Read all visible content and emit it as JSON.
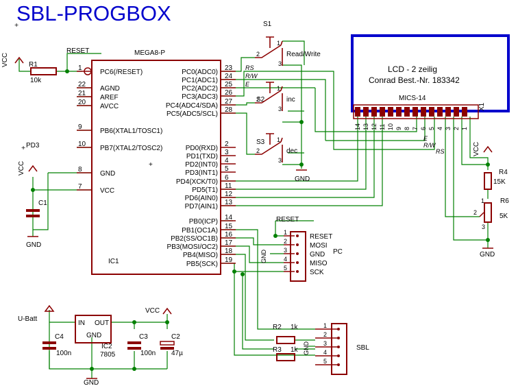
{
  "title": "SBL-PROGBOX",
  "ic1": {
    "ref": "IC1",
    "value": "MEGA8-P",
    "left_pins": [
      {
        "num": "1",
        "name": "PC6(/RESET)"
      },
      {
        "num": "22",
        "name": "AGND"
      },
      {
        "num": "21",
        "name": "AREF"
      },
      {
        "num": "20",
        "name": "AVCC"
      },
      {
        "num": "9",
        "name": "PB6(XTAL1/TOSC1)"
      },
      {
        "num": "10",
        "name": "PB7(XTAL2/TOSC2)"
      },
      {
        "num": "8",
        "name": "GND"
      },
      {
        "num": "7",
        "name": "VCC"
      }
    ],
    "right_pins": [
      {
        "num": "23",
        "name": "PC0(ADC0)"
      },
      {
        "num": "24",
        "name": "PC1(ADC1)"
      },
      {
        "num": "25",
        "name": "PC2(ADC2)"
      },
      {
        "num": "26",
        "name": "PC3(ADC3)"
      },
      {
        "num": "27",
        "name": "PC4(ADC4/SDA)"
      },
      {
        "num": "28",
        "name": "PC5(ADC5/SCL)"
      },
      {
        "num": "2",
        "name": "PD0(RXD)"
      },
      {
        "num": "3",
        "name": "PD1(TXD)"
      },
      {
        "num": "4",
        "name": "PD2(INT0)"
      },
      {
        "num": "5",
        "name": "PD3(INT1)"
      },
      {
        "num": "6",
        "name": "PD4(XCK/T0)"
      },
      {
        "num": "11",
        "name": "PD5(T1)"
      },
      {
        "num": "12",
        "name": "PD6(AIN0)"
      },
      {
        "num": "13",
        "name": "PD7(AIN1)"
      },
      {
        "num": "14",
        "name": "PB0(ICP)"
      },
      {
        "num": "15",
        "name": "PB1(OC1A)"
      },
      {
        "num": "16",
        "name": "PB2(SS/OC1B)"
      },
      {
        "num": "17",
        "name": "PB3(MOSI/OC2)"
      },
      {
        "num": "18",
        "name": "PB4(MISO)"
      },
      {
        "num": "19",
        "name": "PB5(SCK)"
      }
    ]
  },
  "nets": {
    "vcc": "VCC",
    "gnd": "GND",
    "reset": "RESET",
    "rs": "RS",
    "rw": "R/W",
    "e": "E",
    "pd3": "PD3",
    "ubatt": "U-Batt"
  },
  "r1": {
    "ref": "R1",
    "value": "10k"
  },
  "r2": {
    "ref": "R2",
    "value": "1k"
  },
  "r3": {
    "ref": "R3",
    "value": "1k"
  },
  "r4": {
    "ref": "R4",
    "value": "15K"
  },
  "r6": {
    "ref": "R6",
    "value": "5K",
    "pins": [
      "1",
      "2",
      "3"
    ]
  },
  "c1": {
    "ref": "C1"
  },
  "c2": {
    "ref": "C2",
    "value": "47µ"
  },
  "c3": {
    "ref": "C3",
    "value": "100n"
  },
  "c4": {
    "ref": "C4",
    "value": "100n"
  },
  "ic2": {
    "ref": "IC2",
    "value": "7805",
    "in": "IN",
    "out": "OUT",
    "gnd": "GND"
  },
  "s1": {
    "ref": "S1",
    "label": "Read/Write",
    "pins": [
      "1",
      "2",
      "3"
    ]
  },
  "s2": {
    "ref": "S2",
    "label": "inc",
    "pins": [
      "1",
      "2",
      "3"
    ]
  },
  "s3": {
    "ref": "S3",
    "label": "dec",
    "pins": [
      "1",
      "2",
      "3"
    ]
  },
  "lcd": {
    "line1": "LCD - 2 zeilig",
    "line2": "Conrad Best.-Nr. 183342",
    "connector": "MICS-14",
    "ref": "X1",
    "pins": [
      "14",
      "13",
      "12",
      "11",
      "10",
      "9",
      "8",
      "7",
      "6",
      "5",
      "4",
      "3",
      "2",
      "1"
    ]
  },
  "pc_conn": {
    "ref": "PC",
    "signals": [
      "RESET",
      "MOSI",
      "GND",
      "MISO",
      "SCK"
    ],
    "pins": [
      "1",
      "2",
      "3",
      "4",
      "5"
    ]
  },
  "sbl_conn": {
    "ref": "SBL",
    "pins": [
      "1",
      "2",
      "3",
      "4",
      "5"
    ]
  }
}
